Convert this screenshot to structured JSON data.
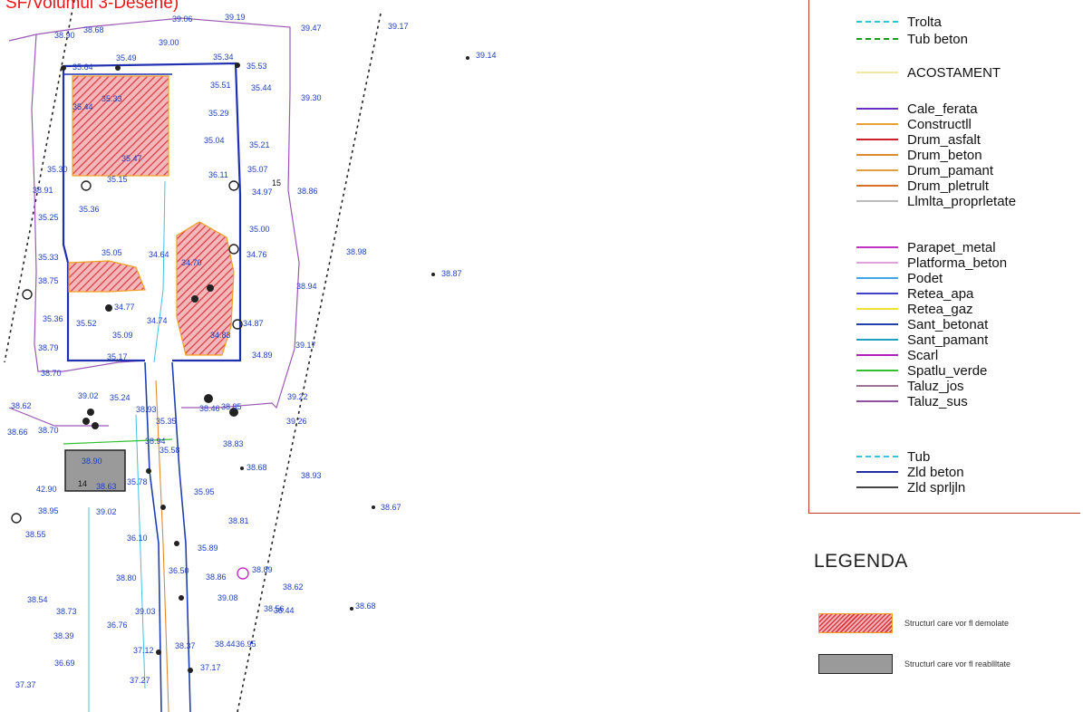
{
  "header": {
    "caption": "SF/Volumul 3-Desene)"
  },
  "legend_lines": [
    {
      "label": "Trolta",
      "color": "#2ac7d8",
      "style": "dash"
    },
    {
      "label": "Tub beton",
      "color": "#16a01a",
      "style": "dash"
    },
    {
      "label": "ACOSTAMENT",
      "color": "#f5e6a0",
      "style": "solid"
    },
    {
      "label": "Cale_ferata",
      "color": "#6a30c8",
      "style": "solid"
    },
    {
      "label": "Constructll",
      "color": "#e8a030",
      "style": "solid"
    },
    {
      "label": "Drum_asfalt",
      "color": "#d0202a",
      "style": "solid"
    },
    {
      "label": "Drum_beton",
      "color": "#e08a30",
      "style": "solid"
    },
    {
      "label": "Drum_pamant",
      "color": "#e0a040",
      "style": "solid"
    },
    {
      "label": "Drum_pletrult",
      "color": "#d87020",
      "style": "solid"
    },
    {
      "label": "Llmlta_proprletate",
      "color": "#bbbbbb",
      "style": "solid"
    },
    {
      "label": "Parapet_metal",
      "color": "#c030c0",
      "style": "solid"
    },
    {
      "label": "Platforma_beton",
      "color": "#e0a0d8",
      "style": "solid"
    },
    {
      "label": "Podet",
      "color": "#40a8e8",
      "style": "solid"
    },
    {
      "label": "Retea_apa",
      "color": "#4040c8",
      "style": "solid"
    },
    {
      "label": "Retea_gaz",
      "color": "#f0e030",
      "style": "solid"
    },
    {
      "label": "Sant_betonat",
      "color": "#2040b0",
      "style": "solid"
    },
    {
      "label": "Sant_pamant",
      "color": "#20a0c0",
      "style": "solid"
    },
    {
      "label": "Scarl",
      "color": "#b020c0",
      "style": "solid"
    },
    {
      "label": "Spatlu_verde",
      "color": "#30c030",
      "style": "solid"
    },
    {
      "label": "Taluz_jos",
      "color": "#a07090",
      "style": "solid"
    },
    {
      "label": "Taluz_sus",
      "color": "#9050a0",
      "style": "solid"
    },
    {
      "label": "Tub",
      "color": "#40c0e0",
      "style": "dash"
    },
    {
      "label": "Zld beton",
      "color": "#2030a0",
      "style": "solid"
    },
    {
      "label": "Zld sprljln",
      "color": "#444444",
      "style": "solid"
    }
  ],
  "legend": {
    "title": "LEGENDA",
    "demolished_label": "Structurl care vor fl demolate",
    "rehabilitated_label": "Structurl care vor fl reabllltate"
  },
  "colors": {
    "header_text": "#e8191c",
    "frame": "#c0392b",
    "boundary": "#9b59b6",
    "building": "#1f2fb0",
    "elevation_text": "#1f3fbf",
    "demolish_fill": "#d9363e",
    "rehab_fill": "#9a9a9a"
  },
  "map": {
    "elevations": [
      "38.90",
      "38.68",
      "39.06",
      "39.19",
      "39.47",
      "39.17",
      "39.14",
      "39.00",
      "35.49",
      "35.34",
      "35.53",
      "35.44",
      "39.30",
      "35.64",
      "35.51",
      "35.29",
      "35.44",
      "35.33",
      "35.04",
      "35.21",
      "35.07",
      "35.47",
      "35.30",
      "35.15",
      "36.11",
      "34.97",
      "38.86",
      "38.91",
      "35.36",
      "35.25",
      "35.00",
      "35.33",
      "35.05",
      "34.64",
      "34.70",
      "34.76",
      "38.98",
      "38.87",
      "38.75",
      "34.77",
      "38.94",
      "35.36",
      "35.52",
      "35.09",
      "34.74",
      "34.87",
      "34.83",
      "39.17",
      "38.79",
      "35.17",
      "34.89",
      "38.70",
      "38.62",
      "39.02",
      "35.24",
      "38.93",
      "38.46",
      "38.85",
      "39.22",
      "38.66",
      "38.70",
      "39.26",
      "38.94",
      "35.35",
      "35.58",
      "38.83",
      "38.68",
      "38.93",
      "42.90",
      "38.90",
      "38.63",
      "35.78",
      "35.95",
      "38.95",
      "39.02",
      "38.81",
      "38.67",
      "38.55",
      "36.10",
      "35.89",
      "38.89",
      "38.80",
      "36.50",
      "38.86",
      "38.62",
      "39.08",
      "38.44",
      "38.54",
      "38.73",
      "36.76",
      "39.03",
      "38.56",
      "38.68",
      "38.39",
      "38.44",
      "36.95",
      "36.69",
      "37.12",
      "38.37",
      "37.17",
      "37.37",
      "37.27"
    ],
    "point_numbers": [
      "15",
      "14"
    ]
  }
}
